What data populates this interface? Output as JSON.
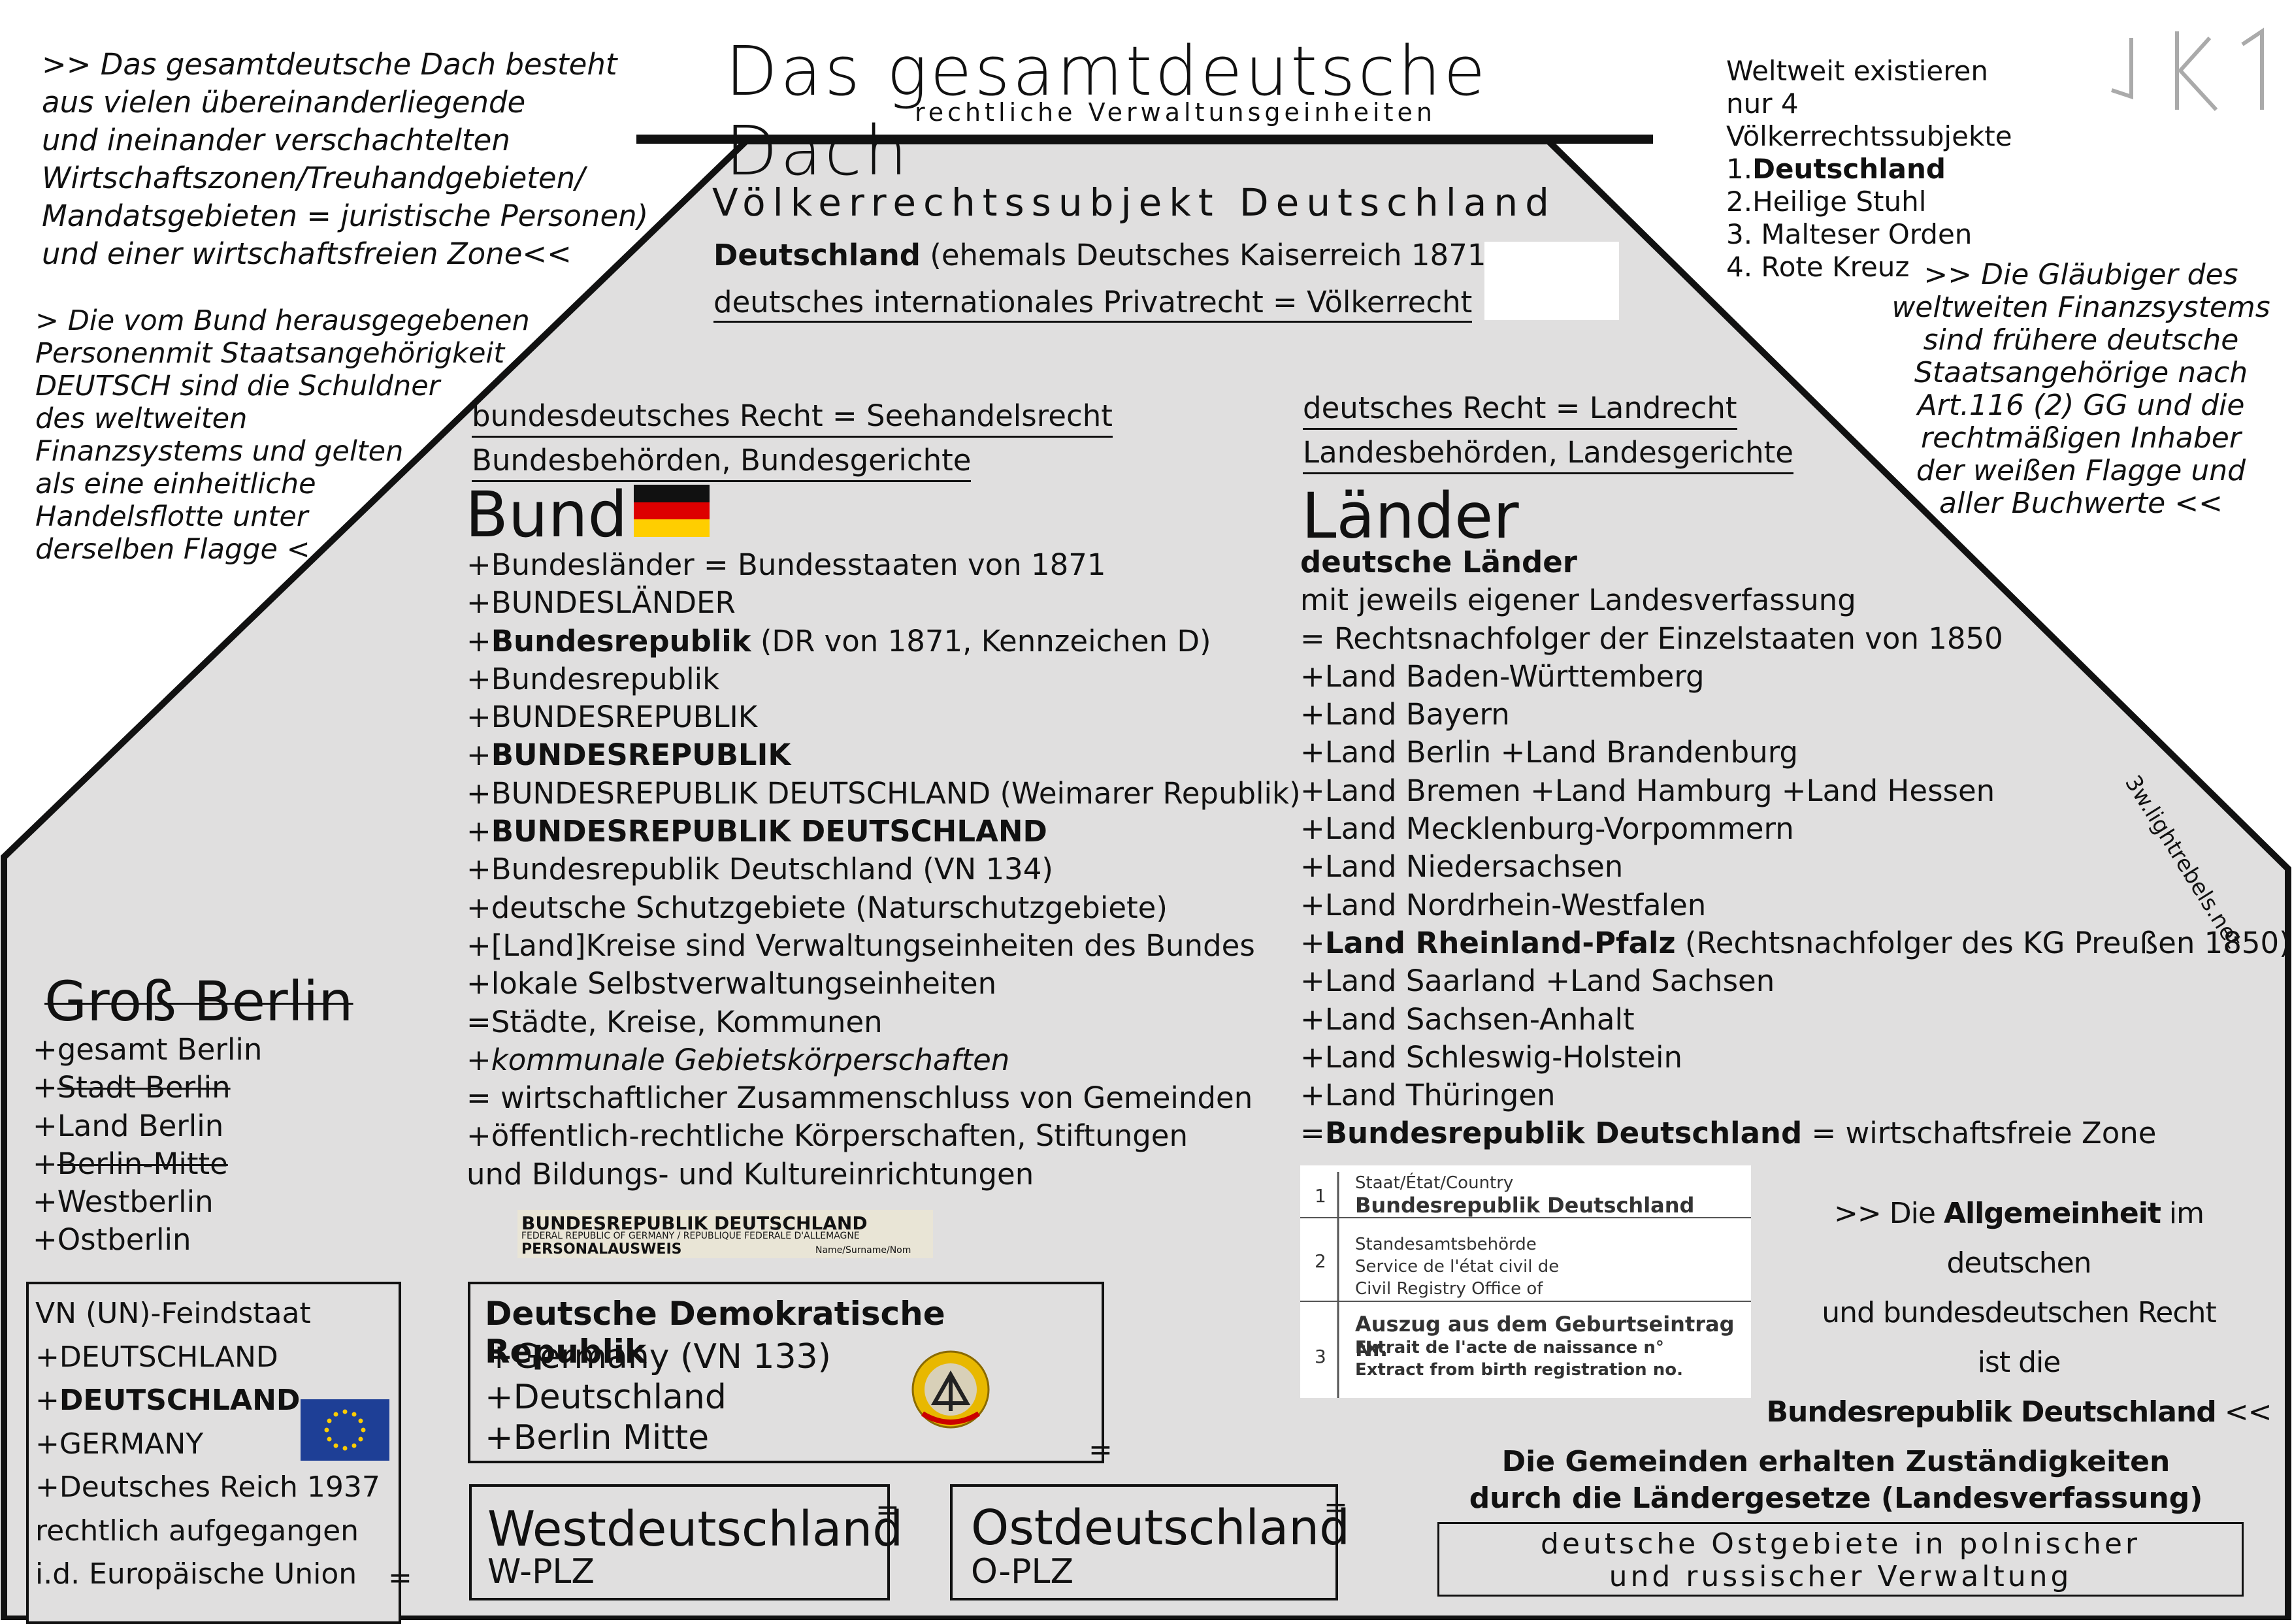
{
  "title": "Das gesamtdeutsche Dach",
  "subtitle": "rechtliche Verwaltunsgeinheiten",
  "signature_text": "JKI",
  "watermark": "3w.lightrebels.net",
  "colors": {
    "house_fill": "#e0dfdf",
    "line": "#111111",
    "eu_blue": "#1e3f96",
    "eu_star": "#ffcc00"
  },
  "note_left_1": [
    ">> Das gesamtdeutsche Dach besteht",
    "aus vielen übereinanderliegende",
    "und ineinander verschachtelten",
    "Wirtschaftszonen/Treuhandgebieten/",
    "Mandatsgebieten = juristische Personen)",
    "und einer wirtschaftsfreien Zone<<"
  ],
  "note_left_2": [
    "> Die vom Bund  herausgegebenen",
    "Personenmit Staatsangehörigkeit",
    "DEUTSCH sind die Schuldner",
    "des weltweiten",
    "Finanzsystems und gelten",
    "als eine einheitliche",
    "Handelsflotte unter",
    "derselben Flagge <"
  ],
  "note_right_1": {
    "line1": "Weltweit existieren",
    "line2": "nur 4 Völkerrechtssubjekte",
    "items": [
      "1.",
      "Deutschland",
      "2.Heilige Stuhl",
      "3. Malteser Orden",
      "4. Rote Kreuz"
    ]
  },
  "note_right_2": [
    ">> Die Gläubiger des",
    "weltweiten Finanzsystems",
    "sind frühere deutsche",
    "Staatsangehörige nach",
    "Art.116  (2) GG und die",
    "rechtmäßigen Inhaber",
    "der weißen Flagge und",
    "aller Buchwerte <<"
  ],
  "voelkerrecht": {
    "heading": "Völkerrechtssubjekt Deutschland",
    "line1_bold": "Deutschland",
    "line1_rest": " (ehemals Deutsches Kaiserreich 1871)",
    "line2": "deutsches internationales Privatrecht = Völkerrecht"
  },
  "bund": {
    "law": "bundesdeutsches Recht = Seehandelsrecht",
    "authorities": "Bundesbehörden, Bundesgerichte",
    "heading": "Bund",
    "items": [
      "+Bundesländer = Bundesstaaten von 1871",
      "+BUNDESLÄNDER",
      "+",
      "Bundesrepublik",
      " (DR von 1871, Kennzeichen D)",
      "+Bundesrepublik",
      "+BUNDESREPUBLIK",
      "+",
      "BUNDESREPUBLIK",
      "+BUNDESREPUBLIK DEUTSCHLAND (Weimarer Republik)",
      "+",
      "BUNDESREPUBLIK DEUTSCHLAND",
      "+Bundesrepublik Deutschland (VN 134)",
      "+deutsche Schutzgebiete (Naturschutzgebiete)",
      "+[Land]Kreise sind Verwaltungseinheiten des Bundes",
      "+lokale Selbstverwaltungseinheiten",
      "=Städte, Kreise, Kommunen",
      "+kommunale Gebietskörperschaften",
      "= wirtschaftlicher Zusammenschluss von Gemeinden",
      "+öffentlich-rechtliche Körperschaften, Stiftungen",
      "und Bildungs- und Kultureinrichtungen"
    ],
    "id_card": {
      "line1": "BUNDESREPUBLIK DEUTSCHLAND",
      "line2": "FEDERAL REPUBLIC OF GERMANY / REPUBLIQUE FEDERALE D'ALLEMAGNE",
      "line3": "PERSONALAUSWEIS",
      "line4": "Name/Surname/Nom"
    }
  },
  "laender": {
    "law": "deutsches Recht = Landrecht",
    "authorities": "Landesbehörden, Landesgerichte",
    "heading": "Länder",
    "sub_bold": "deutsche Länder",
    "items": [
      "mit jeweils eigener Landesverfassung",
      "= Rechtsnachfolger der Einzelstaaten von 1850",
      "+Land Baden-Württemberg",
      "+Land Bayern",
      "+Land Berlin +Land Brandenburg",
      "+Land Bremen +Land Hamburg +Land Hessen",
      "+Land Mecklenburg-Vorpommern",
      "+Land Niedersachsen",
      "+Land Nordrhein-Westfalen",
      "+",
      "Land Rheinland-Pfalz",
      " (Rechtsnachfolger des KG Preußen 1850)",
      "+Land Saarland +Land Sachsen",
      "+Land Sachsen-Anhalt",
      "+Land Schleswig-Holstein",
      "+Land Thüringen",
      "=",
      "Bundesrepublik Deutschland",
      " = wirtschaftsfreie Zone"
    ],
    "birth_doc": {
      "n1": "1",
      "n2": "2",
      "n3": "3",
      "r1a": "Staat/État/Country",
      "r1b": "Bundesrepublik Deutschland",
      "r2a": "Standesamtsbehörde",
      "r2b": "Service de l'état civil de",
      "r2c": "Civil Registry Office of",
      "r3a": "Auszug aus dem Geburtseintrag Nr.",
      "r3b": "Extrait de l'acte de naissance n°",
      "r3c": "Extract from birth registration no."
    },
    "allgemeinheit": {
      "l1a": ">> Die ",
      "l1b": "Allgemeinheit",
      "l1c": " im deutschen",
      "l2": "und bundesdeutschen Recht",
      "l3": "ist die",
      "l4a": "Bundesrepublik Deutschland",
      "l4b": " <<"
    }
  },
  "gross_berlin": {
    "heading": "Groß Berlin",
    "items": [
      "+gesamt Berlin",
      "+",
      "Stadt Berlin",
      "+Land Berlin",
      "+",
      "Berlin-Mitte",
      "+Westberlin",
      "+Ostberlin"
    ]
  },
  "vn_box": {
    "items": [
      "VN (UN)-Feindstaat",
      "+DEUTSCHLAND",
      "+",
      "DEUTSCHLAND",
      "+GERMANY",
      "+Deutsches Reich 1937",
      "rechtlich aufgegangen",
      "i.d.  Europäische Union"
    ],
    "eq": "="
  },
  "ddr_box": {
    "heading": "Deutsche Demokratische Republik",
    "items": [
      "+Germany (VN 133)",
      "+Deutschland",
      "+Berlin Mitte"
    ],
    "eq": "="
  },
  "west_box": {
    "title": "Westdeutschland",
    "sub": "W-PLZ",
    "eq": "="
  },
  "ost_box": {
    "title": "Ostdeutschland",
    "sub": "O-PLZ",
    "eq": "="
  },
  "gemeinden": {
    "line1": "Die Gemeinden erhalten Zuständigkeiten",
    "line2": "durch die Ländergesetze (Landesverfassung)"
  },
  "ostgebiete_box": {
    "line1": "deutsche Ostgebiete in polnischer",
    "line2": "und russischer Verwaltung"
  }
}
